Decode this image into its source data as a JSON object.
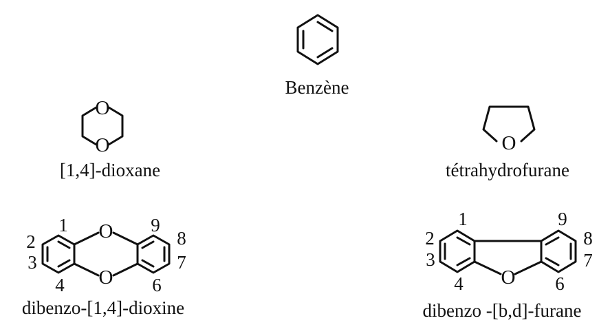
{
  "benzene": {
    "name": "Benzène"
  },
  "dioxane": {
    "name": "[1,4]-dioxane",
    "atom_top": "O",
    "atom_bottom": "O"
  },
  "thf": {
    "name": "tétrahydrofurane",
    "atom": "O"
  },
  "dibenzodioxin": {
    "name": "dibenzo-[1,4]-dioxine",
    "atom_top": "O",
    "atom_bottom": "O",
    "numbers": {
      "n1": "1",
      "n2": "2",
      "n3": "3",
      "n4": "4",
      "n6": "6",
      "n7": "7",
      "n8": "8",
      "n9": "9"
    }
  },
  "dibenzofuran": {
    "name": "dibenzo -[b,d]-furane",
    "atom": "O",
    "numbers": {
      "n1": "1",
      "n2": "2",
      "n3": "3",
      "n4": "4",
      "n6": "6",
      "n7": "7",
      "n8": "8",
      "n9": "9"
    }
  }
}
